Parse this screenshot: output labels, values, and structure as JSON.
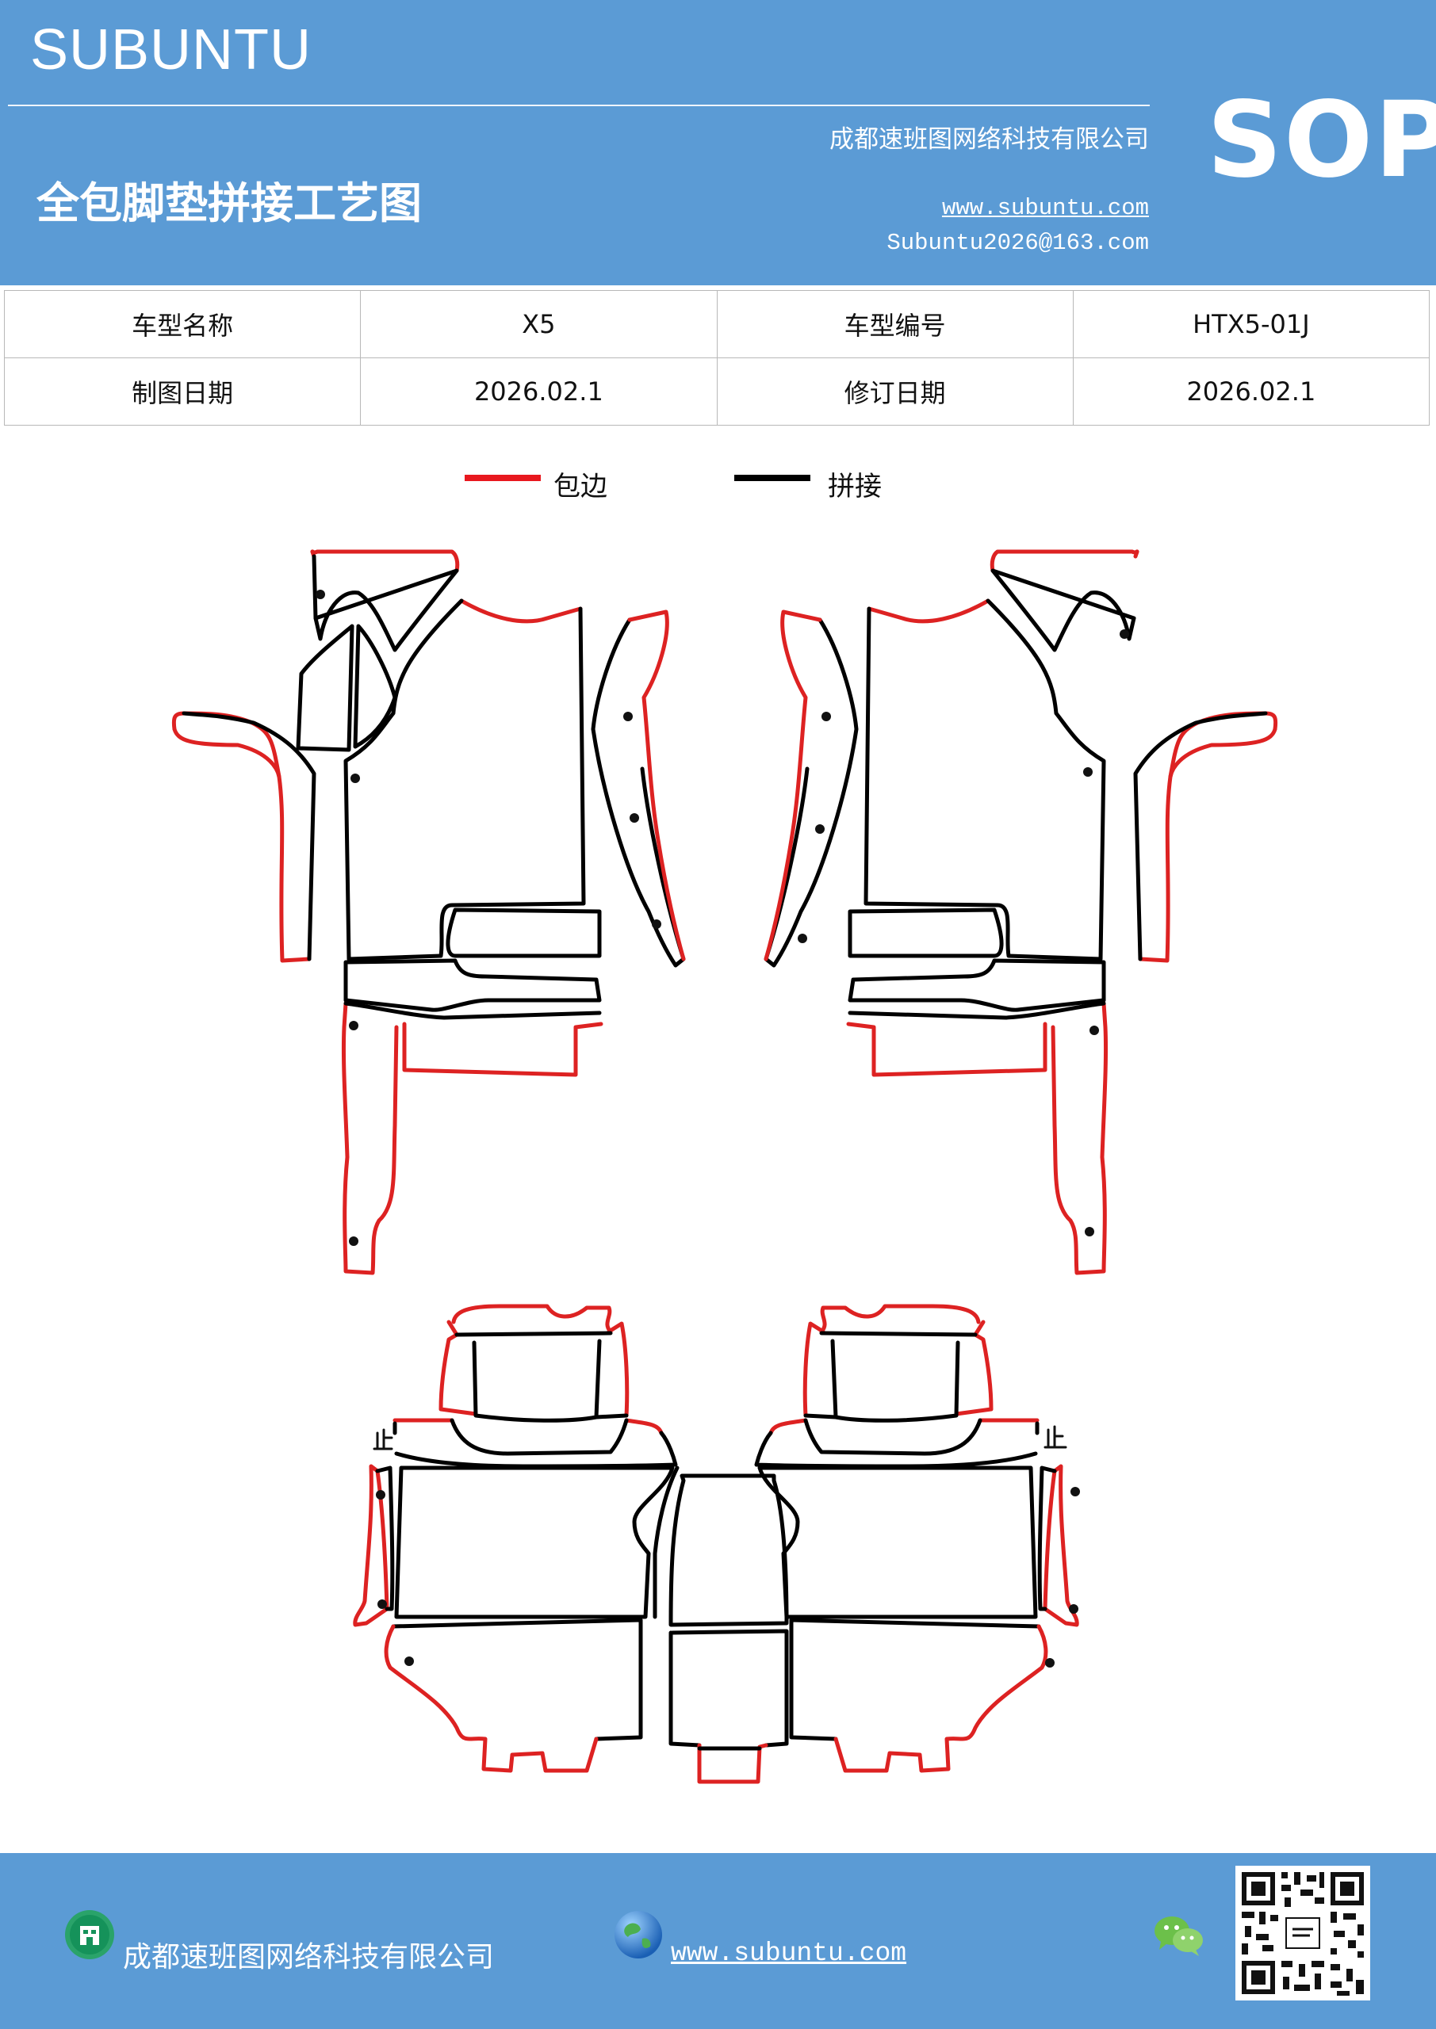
{
  "header": {
    "brand": "SUBUNTU",
    "company": "成都速班图网络科技有限公司",
    "title": "全包脚垫拼接工艺图",
    "website": "www.subuntu.com",
    "email": "Subuntu2026@163.com",
    "badge": "SOP",
    "background_color": "#5b9bd5"
  },
  "info_table": {
    "rows": [
      [
        {
          "text": "车型名称",
          "kind": "label"
        },
        {
          "text": "X5",
          "kind": "value"
        },
        {
          "text": "车型编号",
          "kind": "label"
        },
        {
          "text": "HTX5-01J",
          "kind": "value"
        }
      ],
      [
        {
          "text": "制图日期",
          "kind": "label"
        },
        {
          "text": "2026.02.1",
          "kind": "value"
        },
        {
          "text": "修订日期",
          "kind": "label"
        },
        {
          "text": "2026.02.1",
          "kind": "value"
        }
      ]
    ]
  },
  "legend": [
    {
      "label": "包边",
      "color": "#e8181e"
    },
    {
      "label": "拼接",
      "color": "#000000"
    }
  ],
  "diagram": {
    "piece_count": 26,
    "icons": [
      "rivet-dot",
      "stop-marker"
    ]
  },
  "footer": {
    "company": "成都速班图网络科技有限公司",
    "website": "www.subuntu.com ",
    "icons": [
      "company-icon",
      "globe-icon",
      "wechat-icon",
      "qr-code"
    ]
  }
}
